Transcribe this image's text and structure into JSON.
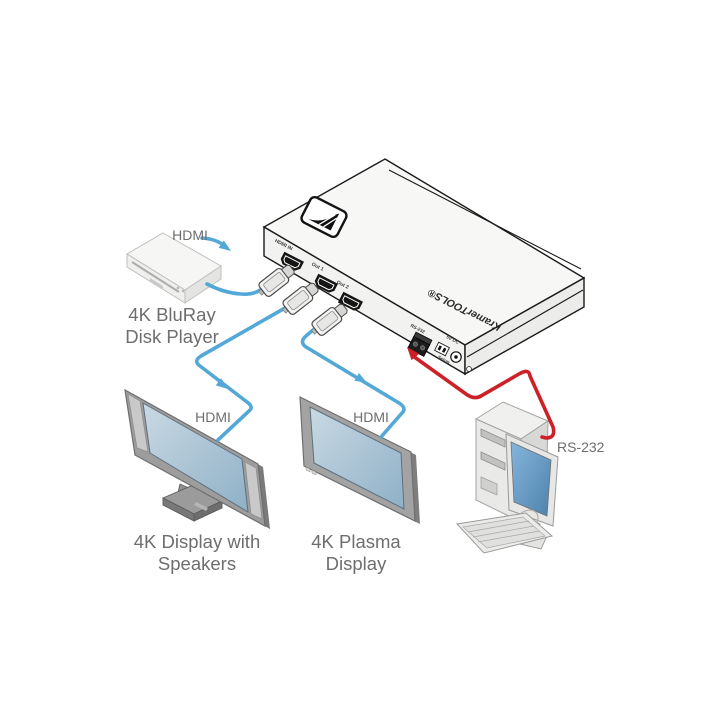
{
  "source_device": {
    "connection_label": "HDMI",
    "caption": [
      "4K BluRay",
      "Disk Player"
    ]
  },
  "switcher": {
    "top_text": "KramerTOOLS®",
    "logo": "kramer-logo",
    "ports": {
      "input": "HDMI IN",
      "out1": "Out 1",
      "out2": "Out 2"
    },
    "rear": {
      "rs232": "RS-232",
      "setup": "Setup",
      "power": "5V DC"
    }
  },
  "display_left": {
    "connection_label": "HDMI",
    "caption": [
      "4K Display with",
      "Speakers"
    ]
  },
  "display_center": {
    "connection_label": "HDMI",
    "caption": [
      "4K Plasma",
      "Display"
    ]
  },
  "controller": {
    "connection_label": "RS-232"
  },
  "colors": {
    "hdmi_cable": "#54a8d8",
    "rs232_cable": "#cc2127",
    "label_text": "#6e6e6e",
    "screen_light": "#c9d9e3",
    "screen_dark": "#8fb0c7",
    "pc_screen_light": "#85b5dc",
    "pc_screen_dark": "#4e82ac"
  }
}
